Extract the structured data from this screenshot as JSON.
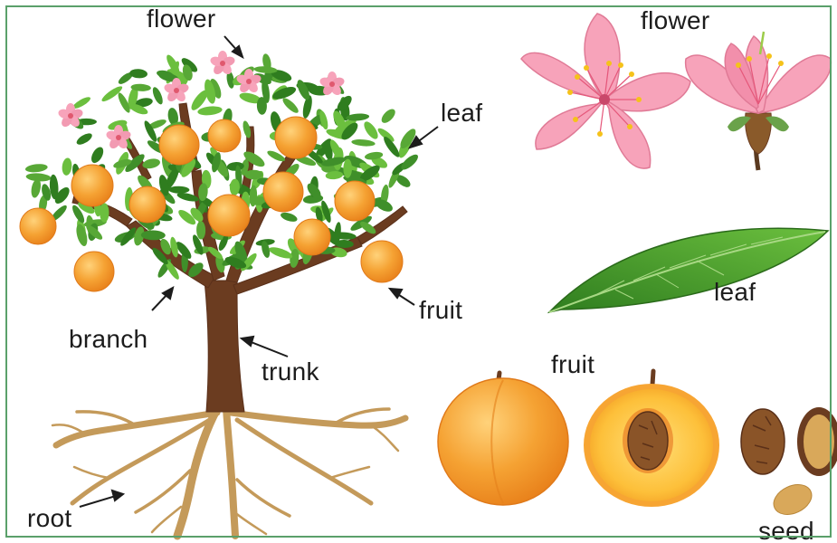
{
  "labels": {
    "tree_flower": "flower",
    "tree_leaf": "leaf",
    "tree_fruit": "fruit",
    "tree_branch": "branch",
    "tree_trunk": "trunk",
    "tree_root": "root",
    "part_flower": "flower",
    "part_leaf": "leaf",
    "part_fruit": "fruit",
    "part_seed": "seed"
  },
  "colors": {
    "leaf_dark": "#2f7d1f",
    "leaf_light": "#58a836",
    "fruit_orange": "#f39a2a",
    "fruit_light": "#fbbf4c",
    "trunk_brown": "#6b3c20",
    "root_tan": "#c49a5a",
    "petal_pink": "#f7a3ba",
    "pit_brown": "#8a5428",
    "label_text": "#1c1c1c"
  }
}
